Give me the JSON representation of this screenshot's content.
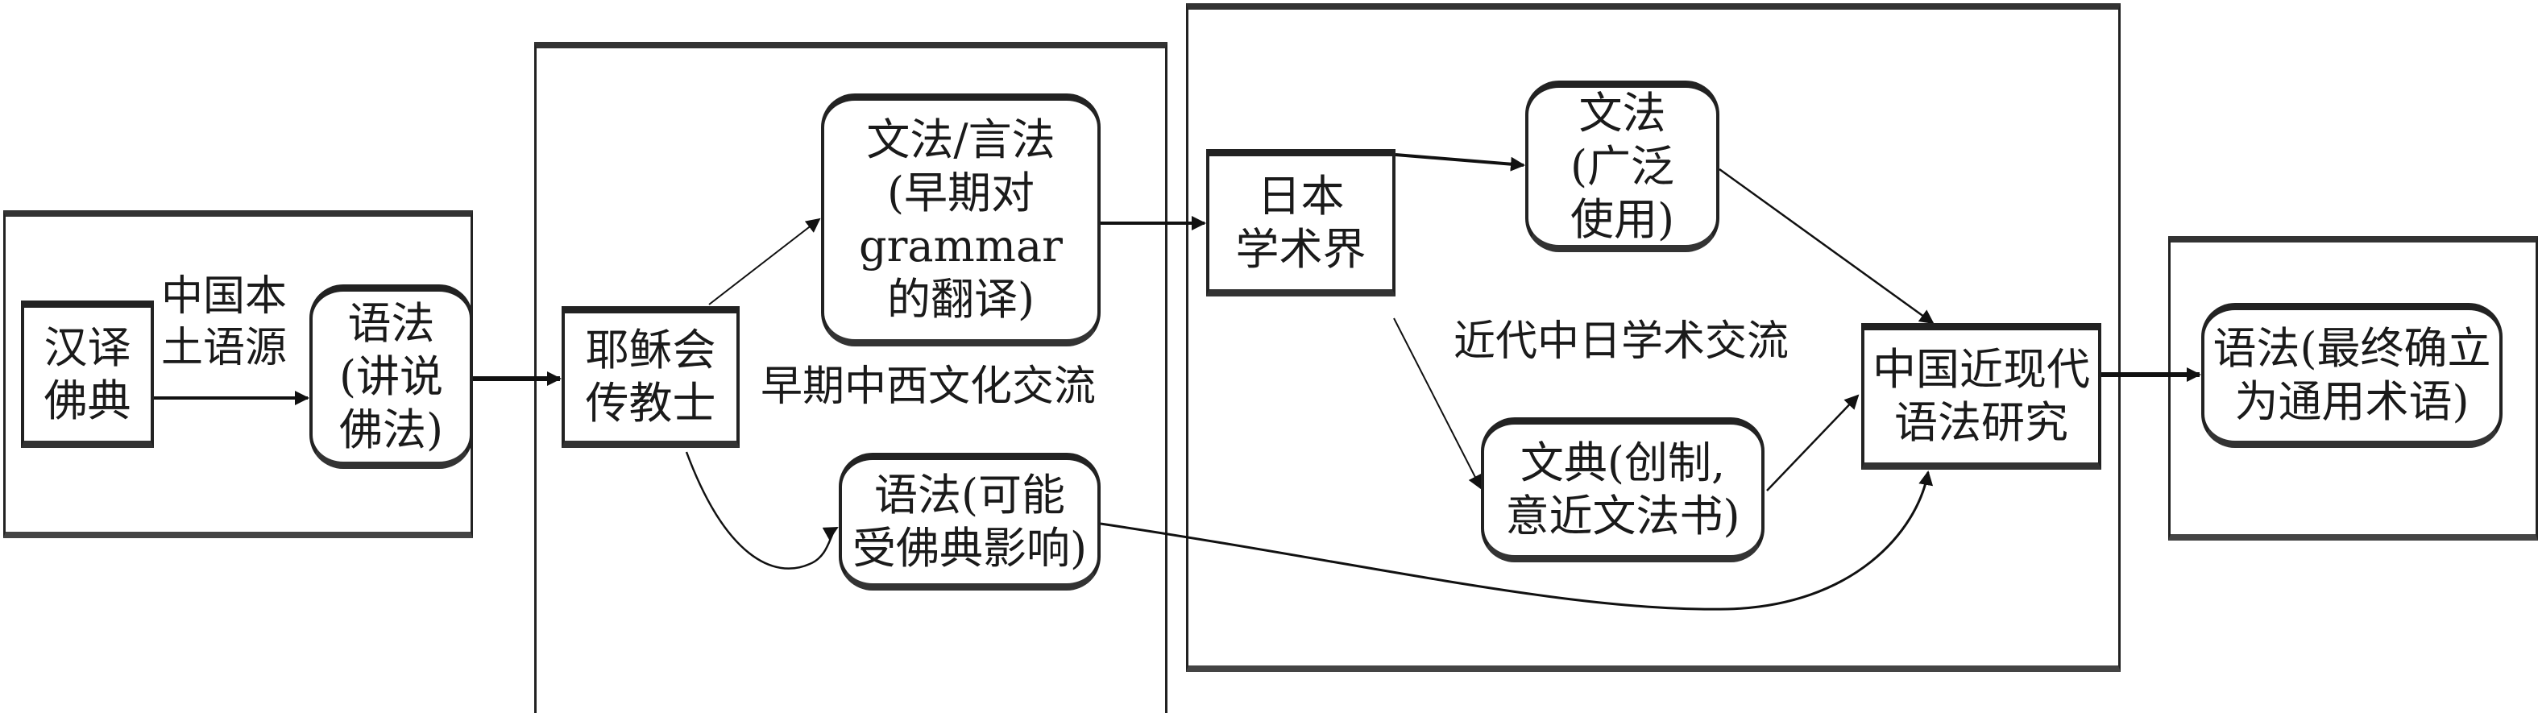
{
  "panels": {
    "left_label": "中国本\n土语源",
    "middle_label": "早期中西文化交流",
    "right_label": "近代中日学术交流"
  },
  "nodes": {
    "han_buddhist": "汉译\n佛典",
    "yufa_buddhist": "语法\n(讲说\n佛法)",
    "jesuits": "耶稣会\n传教士",
    "wenfa_yanfa": "文法/言法\n(早期对\ngrammar\n的翻译)",
    "yufa_possible": "语法(可能\n受佛典影响)",
    "japan_academia": "日本\n学术界",
    "wenfa_widely": "文法\n(广泛\n使用)",
    "wendian": "文典(创制,\n意近文法书)",
    "chinese_grammar_research": "中国近现代\n语法研究",
    "yufa_final": "语法(最终确立\n为通用术语)"
  }
}
